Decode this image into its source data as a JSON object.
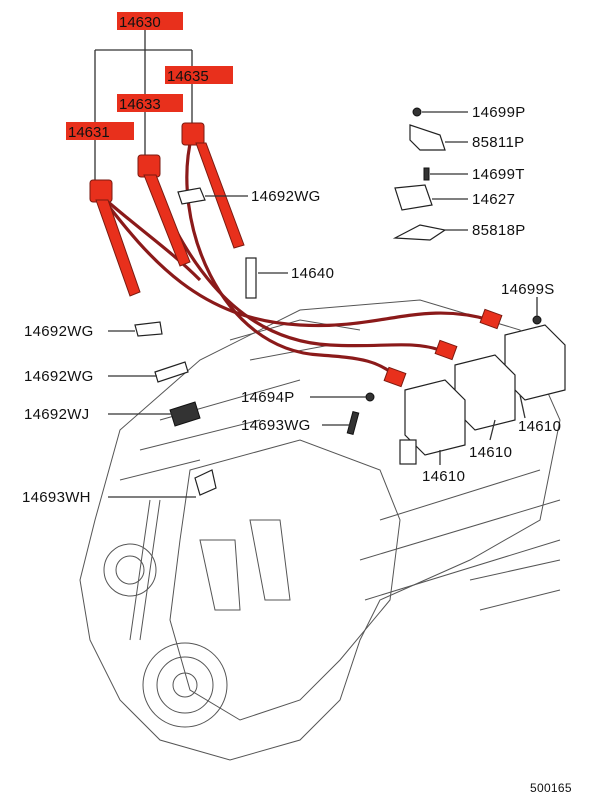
{
  "highlight_color": "#e8301c",
  "highlighted_parts": [
    {
      "label": "14630"
    },
    {
      "label": "14635"
    },
    {
      "label": "14633"
    },
    {
      "label": "14631"
    }
  ],
  "callouts": [
    {
      "label": "14699P"
    },
    {
      "label": "85811P"
    },
    {
      "label": "14699T"
    },
    {
      "label": "14627"
    },
    {
      "label": "85818P"
    },
    {
      "label": "14692WG"
    },
    {
      "label": "14640"
    },
    {
      "label": "14699S"
    },
    {
      "label": "14692WG"
    },
    {
      "label": "14692WG"
    },
    {
      "label": "14692WJ"
    },
    {
      "label": "14694P"
    },
    {
      "label": "14693WG"
    },
    {
      "label": "14610"
    },
    {
      "label": "14610"
    },
    {
      "label": "14610"
    },
    {
      "label": "14693WH"
    }
  ],
  "diagram_id": "500165"
}
